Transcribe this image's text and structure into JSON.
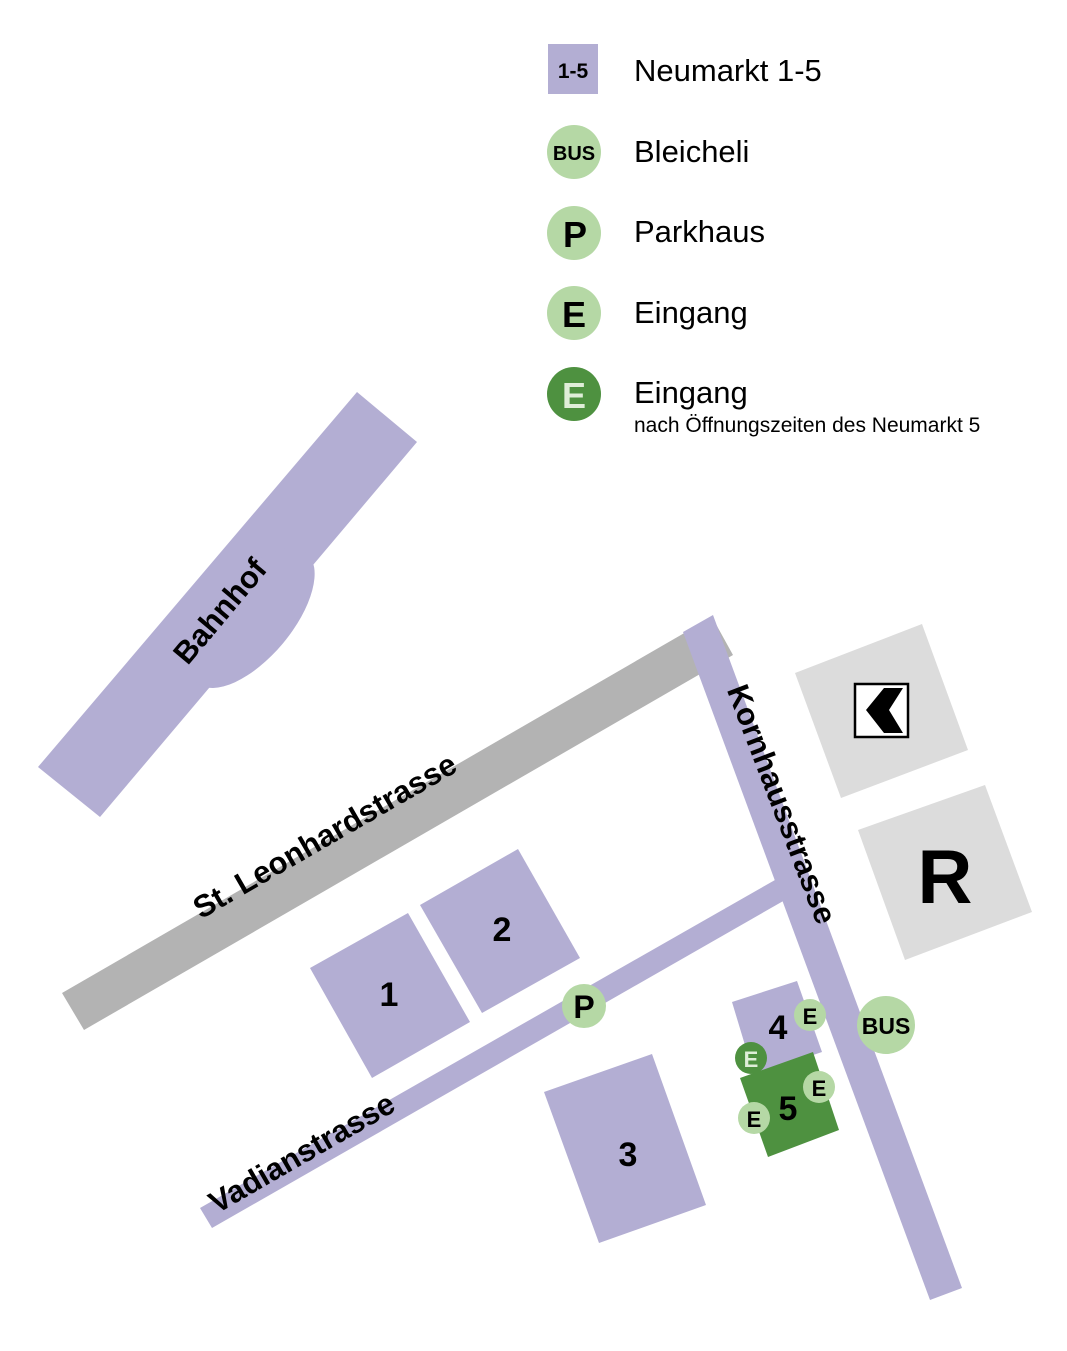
{
  "colors": {
    "building": "#b3aed3",
    "road_gray": "#b3b3b3",
    "other_building": "#dcdcdc",
    "light_green": "#b5d8a5",
    "dark_green": "#4e9140"
  },
  "legend": [
    {
      "symbol": "1-5",
      "label": "Neumarkt 1-5",
      "icon": "building-square"
    },
    {
      "symbol": "BUS",
      "label": "Bleicheli",
      "icon": "bus-stop-circle"
    },
    {
      "symbol": "P",
      "label": "Parkhaus",
      "icon": "parking-circle"
    },
    {
      "symbol": "E",
      "label": "Eingang",
      "icon": "entrance-circle"
    },
    {
      "symbol": "E",
      "label": "Eingang",
      "sublabel": "nach Öffnungszeiten des Neumarkt 5",
      "icon": "entrance-after-hours-circle"
    }
  ],
  "map": {
    "landmarks": {
      "station": "Bahnhof"
    },
    "streets": {
      "st_leonhard": "St. Leonhardstrasse",
      "kornhaus": "Kornhausstrasse",
      "vadian": "Vadianstrasse"
    },
    "buildings": [
      "1",
      "2",
      "3",
      "4",
      "5"
    ],
    "parking": "P",
    "bus": "BUS",
    "entrance": "E",
    "raiffeisen": "R"
  }
}
